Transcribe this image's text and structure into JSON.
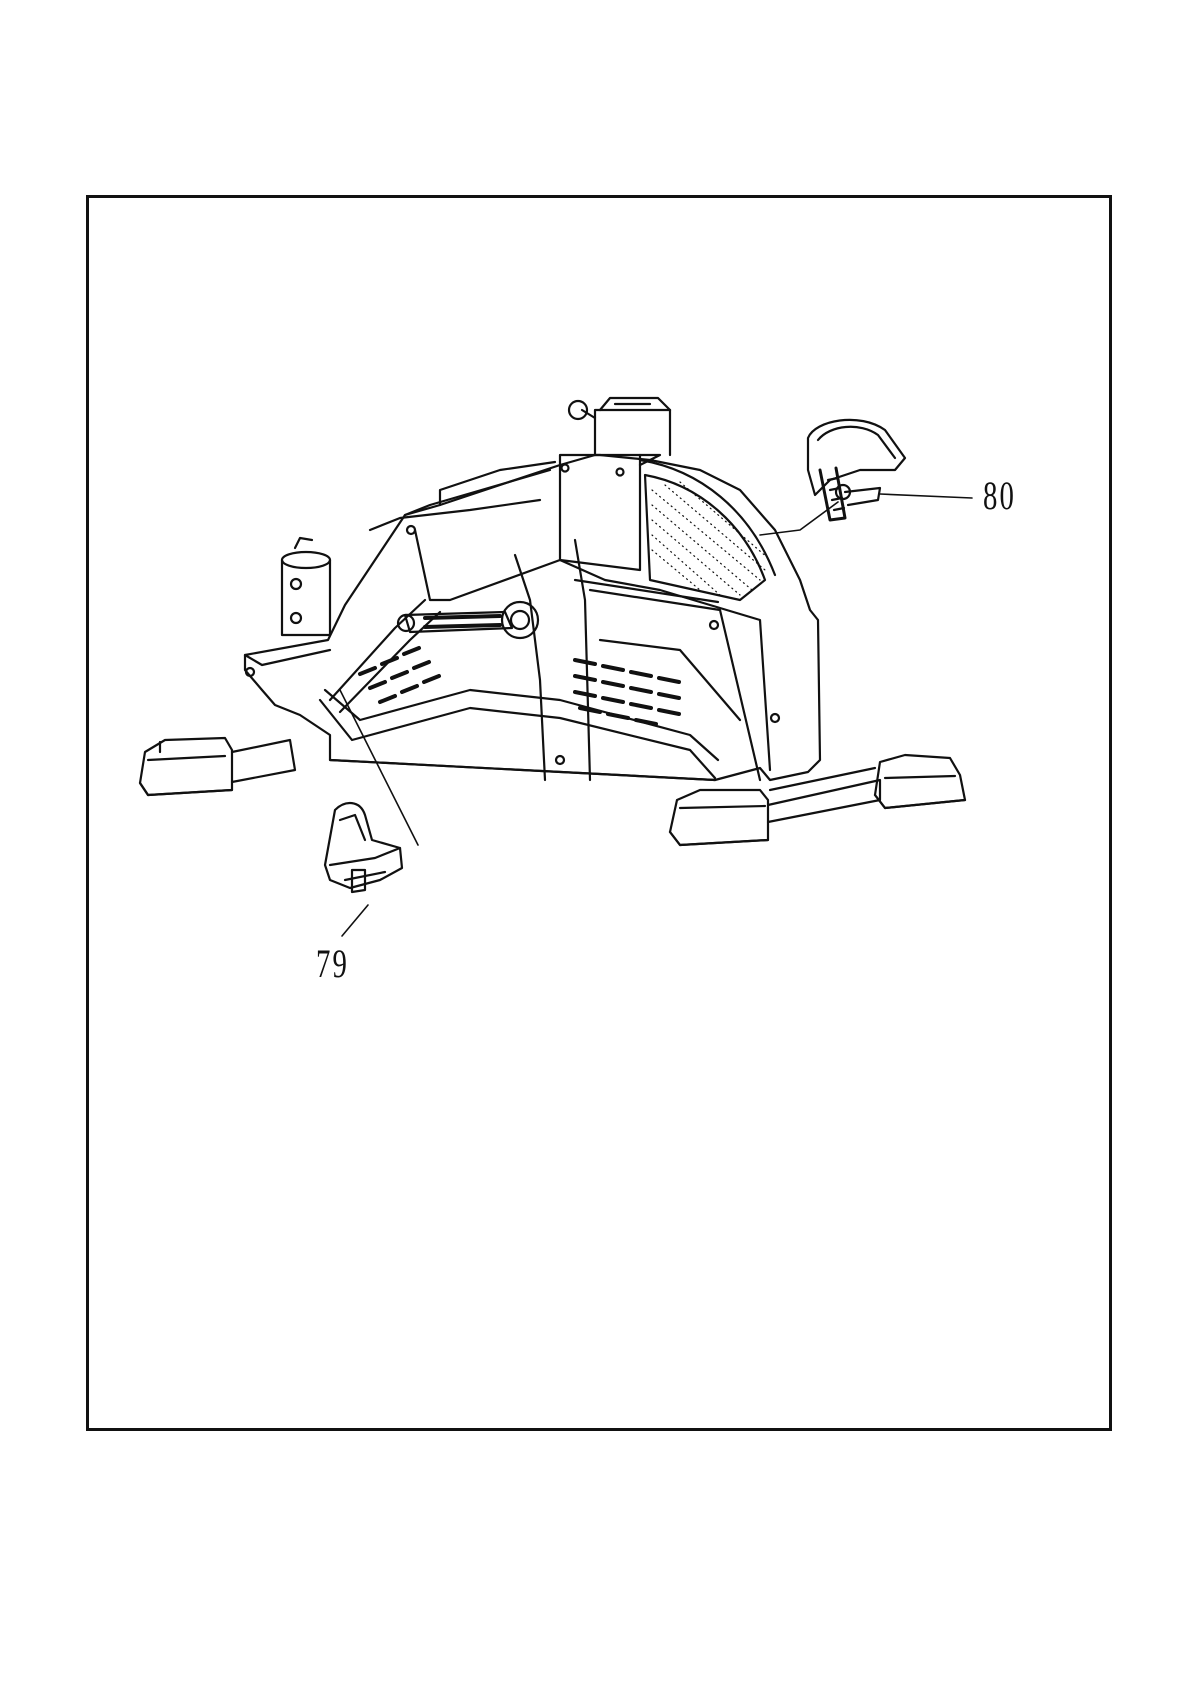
{
  "figure": {
    "callouts": [
      {
        "id": "pedal-right",
        "label": "80"
      },
      {
        "id": "pedal-left",
        "label": "79"
      }
    ]
  }
}
